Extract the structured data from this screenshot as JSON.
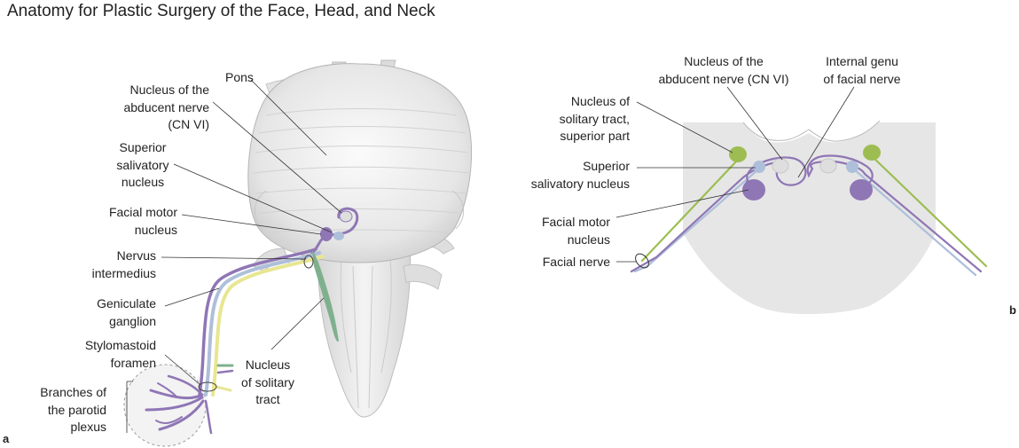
{
  "title": "Anatomy for Plastic Surgery of the Face, Head, and Neck",
  "panel_a": {
    "letter": "a",
    "pons": "Pons",
    "abducent": [
      "Nucleus of the",
      "abducent nerve",
      "(CN VI)"
    ],
    "superior_salivatory": [
      "Superior",
      "salivatory",
      "nucleus"
    ],
    "facial_motor": [
      "Facial motor",
      "nucleus"
    ],
    "nervus_intermedius": [
      "Nervus",
      "intermedius"
    ],
    "geniculate": [
      "Geniculate",
      "ganglion"
    ],
    "stylomastoid": [
      "Stylomastoid",
      "foramen"
    ],
    "parotid": [
      "Branches of",
      "the parotid",
      "plexus"
    ],
    "solitary": [
      "Nucleus",
      "of solitary",
      "tract"
    ]
  },
  "panel_b": {
    "letter": "b",
    "abducent": [
      "Nucleus of the",
      "abducent nerve (CN VI)"
    ],
    "internal_genu": [
      "Internal genu",
      "of facial nerve"
    ],
    "solitary_superior": [
      "Nucleus of",
      "solitary tract,",
      "superior part"
    ],
    "superior_salivatory": [
      "Superior",
      "salivatory nucleus"
    ],
    "facial_motor": [
      "Facial motor",
      "nucleus"
    ],
    "facial_nerve": "Facial nerve"
  },
  "colors": {
    "purple": "#8f76b5",
    "light_blue": "#aebfda",
    "yellow": "#e8e691",
    "green": "#9dbd52",
    "teal": "#7fb08e",
    "brainstem_gray": "#e9e9e9",
    "section_gray": "#e6e6e6"
  }
}
